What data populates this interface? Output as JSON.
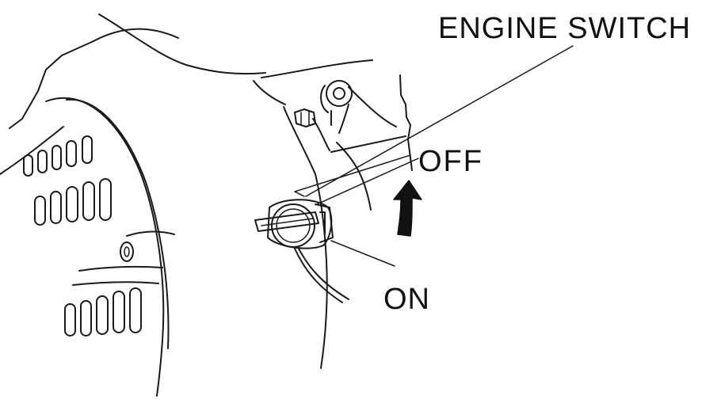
{
  "labels": {
    "engine_switch": "ENGINE SWITCH",
    "off": "OFF",
    "on": "ON"
  },
  "colors": {
    "ink": "#1a1a1a",
    "background": "#ffffff"
  }
}
